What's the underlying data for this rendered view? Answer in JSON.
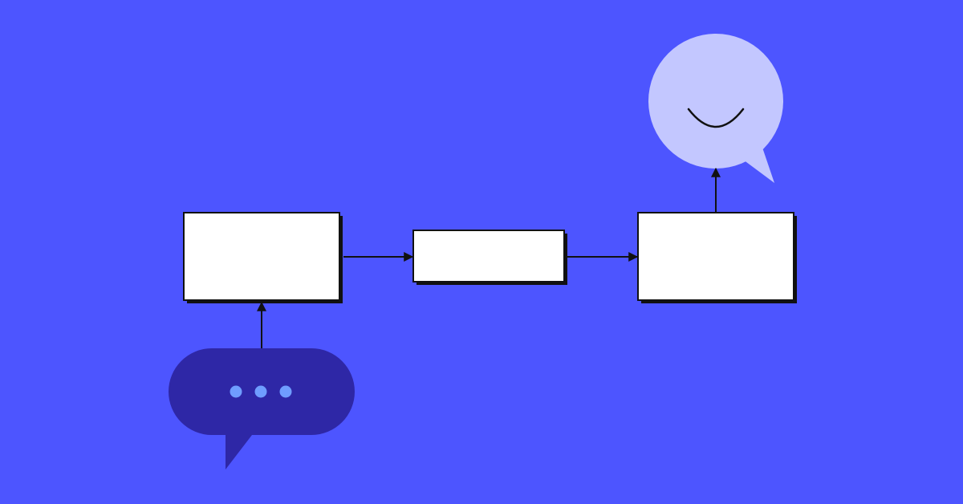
{
  "colors": {
    "background": "#4d55ff",
    "box_fill": "#ffffff",
    "box_stroke": "#111111",
    "connector": "#111111",
    "typing_bubble": "#2e27a6",
    "typing_dots": "#6f9dff",
    "reply_bubble": "#c3c7ff",
    "smile": "#111111"
  },
  "diagram": {
    "nodes": [
      {
        "name": "input-box",
        "text": ""
      },
      {
        "name": "process-box",
        "text": ""
      },
      {
        "name": "output-box",
        "text": ""
      }
    ],
    "edges": [
      {
        "from": "typing-bubble",
        "to": "input-box"
      },
      {
        "from": "input-box",
        "to": "process-box"
      },
      {
        "from": "process-box",
        "to": "output-box"
      },
      {
        "from": "output-box",
        "to": "reply-bubble"
      }
    ]
  },
  "icons": {
    "incoming": "typing-indicator-speech-bubble-icon",
    "outgoing": "smiling-speech-bubble-icon"
  }
}
